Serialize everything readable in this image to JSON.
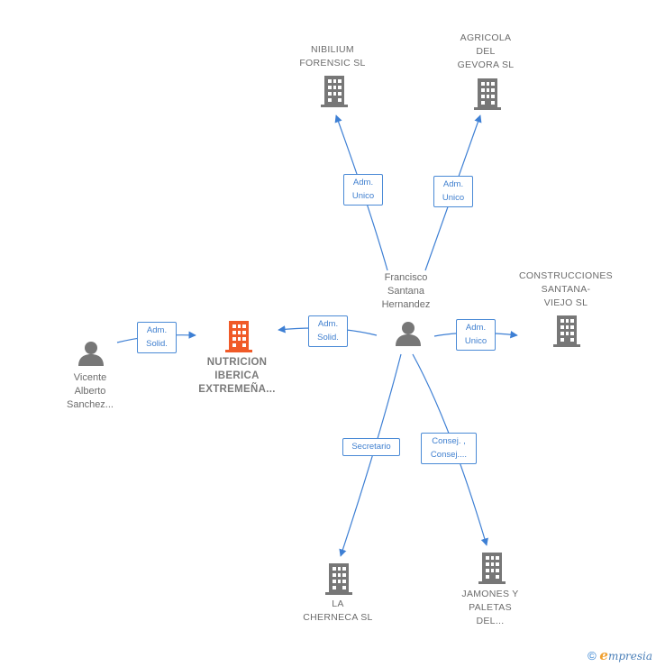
{
  "nodes": {
    "nibilium": {
      "label": "NIBILIUM\nFORENSIC  SL",
      "icon": "building-icon"
    },
    "agricola": {
      "label": "AGRICOLA\nDEL\nGEVORA  SL",
      "icon": "building-icon"
    },
    "francisco": {
      "label": "Francisco\nSantana\nHernandez",
      "icon": "person-icon"
    },
    "construcciones": {
      "label": "CONSTRUCCIONES\nSANTANA-\nVIEJO  SL",
      "icon": "building-icon"
    },
    "nutricion": {
      "label": "NUTRICION\nIBERICA\nEXTREMEÑA...",
      "icon": "building-icon"
    },
    "vicente": {
      "label": "Vicente\nAlberto\nSanchez...",
      "icon": "person-icon"
    },
    "cherneca": {
      "label": "LA\nCHERNECA  SL",
      "icon": "building-icon"
    },
    "jamones": {
      "label": "JAMONES Y\nPALETAS\nDEL...",
      "icon": "building-icon"
    }
  },
  "edges": {
    "to_nibilium": "Adm.\nUnico",
    "to_agricola": "Adm.\nUnico",
    "to_nutricion_from_francisco": "Adm.\nSolid.",
    "to_nutricion_from_vicente": "Adm.\nSolid.",
    "to_construcciones": "Adm.\nUnico",
    "to_cherneca": "Secretario",
    "to_jamones": "Consej. ,\nConsej...."
  },
  "colors": {
    "edge": "#3d7fd4",
    "building": "#777777",
    "focus_building": "#f05a28",
    "person": "#777777"
  },
  "footer": {
    "copyright": "©",
    "brand_initial": "e",
    "brand_rest": "mpresia"
  }
}
